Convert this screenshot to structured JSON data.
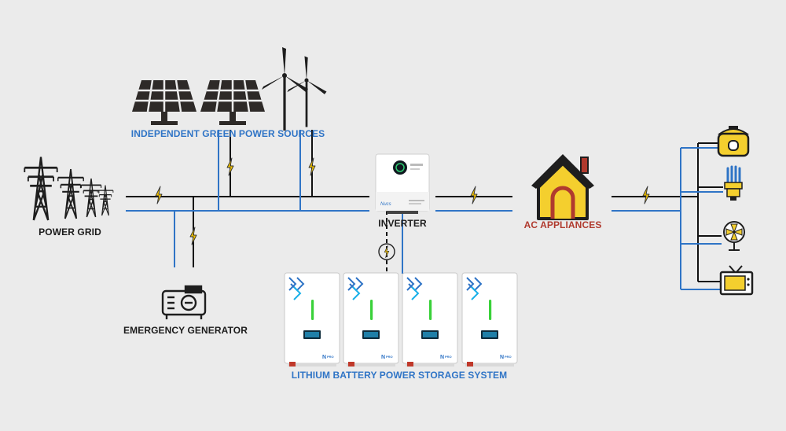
{
  "labels": {
    "green_sources": "INDEPENDENT GREEN POWER SOURCES",
    "power_grid": "POWER GRID",
    "inverter": "INVERTER",
    "ac_appliances": "AC APPLIANCES",
    "emergency_generator": "EMERGENCY GENERATOR",
    "battery_system": "LITHIUM BATTERY POWER STORAGE SYSTEM"
  },
  "colors": {
    "background": "#ebebeb",
    "black_line": "#111111",
    "blue_line": "#2f74c6",
    "bolt": "#f2c200",
    "house_wall": "#f4cf2e",
    "battery_led": "#3ad13a",
    "battery_screen": "#0d2a3a"
  },
  "icons": {
    "solar": "solar-panel-icon",
    "wind": "wind-turbine-icon",
    "grid": "transmission-tower-icon",
    "inverter": "inverter-icon",
    "house": "house-icon",
    "generator": "generator-icon",
    "battery": "battery-module-icon",
    "rice_cooker": "rice-cooker-icon",
    "bulb": "cfl-bulb-icon",
    "fan": "fan-icon",
    "tv": "tv-icon"
  }
}
